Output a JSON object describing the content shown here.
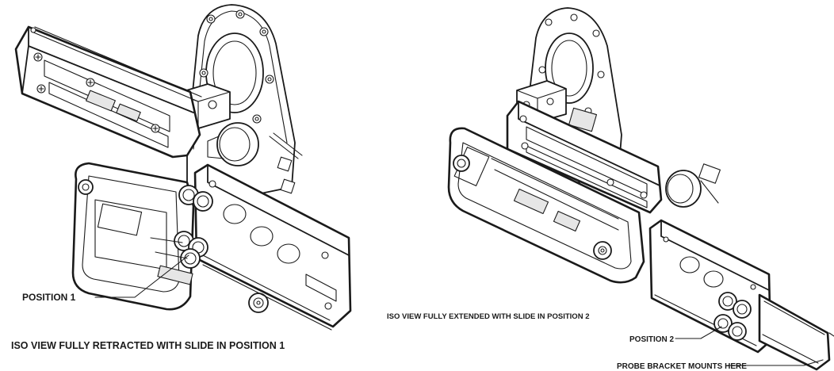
{
  "labels": {
    "left_view_caption": "ISO VIEW FULLY RETRACTED WITH SLIDE IN POSITION 1",
    "right_view_caption": "ISO VIEW FULLY EXTENDED WITH SLIDE IN POSITION 2",
    "position_1": "POSITION 1",
    "position_2": "POSITION 2",
    "probe_bracket": "PROBE BRACKET MOUNTS HERE"
  }
}
